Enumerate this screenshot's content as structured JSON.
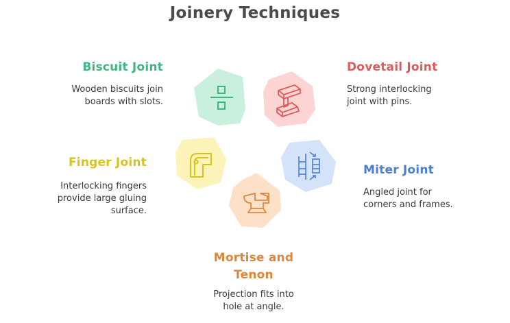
{
  "title": "Joinery Techniques",
  "colors": {
    "biscuit": "#3fb87f",
    "dovetail": "#e05a5a",
    "finger": "#d9c21a",
    "miter": "#4a7ed8",
    "mortise": "#e0863a"
  },
  "techniques": [
    {
      "key": "biscuit",
      "name": "Biscuit Joint",
      "description": [
        "Wooden biscuits join",
        "boards with slots."
      ],
      "icon": "divide-icon"
    },
    {
      "key": "dovetail",
      "name": "Dovetail Joint",
      "description": [
        "Strong interlocking",
        "joint with pins."
      ],
      "icon": "i-beam-icon"
    },
    {
      "key": "finger",
      "name": "Finger Joint",
      "description": [
        "Interlocking fingers",
        "provide large gluing",
        "surface."
      ],
      "icon": "corner-pipe-icon"
    },
    {
      "key": "miter",
      "name": "Miter Joint",
      "description": [
        "Angled joint for",
        "corners and frames."
      ],
      "icon": "shelves-arrows-icon"
    },
    {
      "key": "mortise",
      "name": "Mortise and Tenon",
      "description": [
        "Projection fits into",
        "hole at angle."
      ],
      "icon": "anvil-icon"
    }
  ]
}
